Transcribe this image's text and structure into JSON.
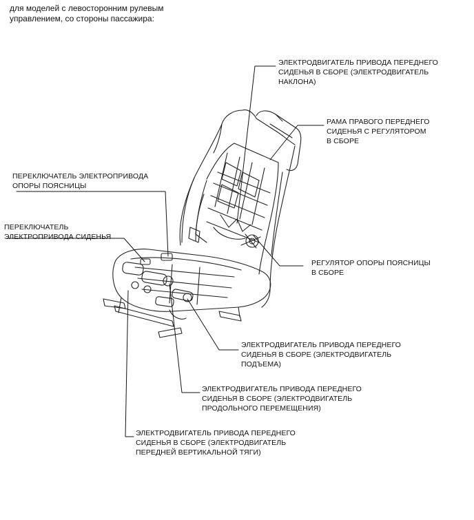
{
  "caption": {
    "line1": "для моделей с левосторонним рулевым",
    "line2": "управлением, со стороны пассажира:"
  },
  "labels": {
    "recline_motor": [
      "ЭЛЕКТРОДВИГАТЕЛЬ ПРИВОДА ПЕРЕДНЕГО",
      "СИДЕНЬЯ В СБОРЕ (ЭЛЕКТРОДВИГАТЕЛЬ",
      "НАКЛОНА)"
    ],
    "frame_adjuster": [
      "РАМА ПРАВОГО ПЕРЕДНЕГО",
      "СИДЕНЬЯ С РЕГУЛЯТОРОМ",
      "В СБОРЕ"
    ],
    "lumbar_switch": [
      "ПЕРЕКЛЮЧАТЕЛЬ ЭЛЕКТРОПРИВОДА",
      "ОПОРЫ ПОЯСНИЦЫ"
    ],
    "seat_switch": [
      "ПЕРЕКЛЮЧАТЕЛЬ",
      "ЭЛЕКТРОПРИВОДА СИДЕНЬЯ"
    ],
    "lumbar_adjuster": [
      "РЕГУЛЯТОР ОПОРЫ ПОЯСНИЦЫ",
      "В СБОРЕ"
    ],
    "lifter_motor": [
      "ЭЛЕКТРОДВИГАТЕЛЬ ПРИВОДА ПЕРЕДНЕГО",
      "СИДЕНЬЯ В СБОРЕ (ЭЛЕКТРОДВИГАТЕЛЬ",
      "ПОДЪЕМА)"
    ],
    "slide_motor": [
      "ЭЛЕКТРОДВИГАТЕЛЬ ПРИВОДА ПЕРЕДНЕГО",
      "СИДЕНЬЯ В СБОРЕ (ЭЛЕКТРОДВИГАТЕЛЬ",
      "ПРОДОЛЬНОГО ПЕРЕМЕЩЕНИЯ)"
    ],
    "front_vertical_motor": [
      "ЭЛЕКТРОДВИГАТЕЛЬ ПРИВОДА ПЕРЕДНЕГО",
      "СИДЕНЬЯ В СБОРЕ (ЭЛЕКТРОДВИГАТЕЛЬ",
      "ПЕРЕДНЕЙ ВЕРТИКАЛЬНОЙ ТЯГИ)"
    ]
  }
}
